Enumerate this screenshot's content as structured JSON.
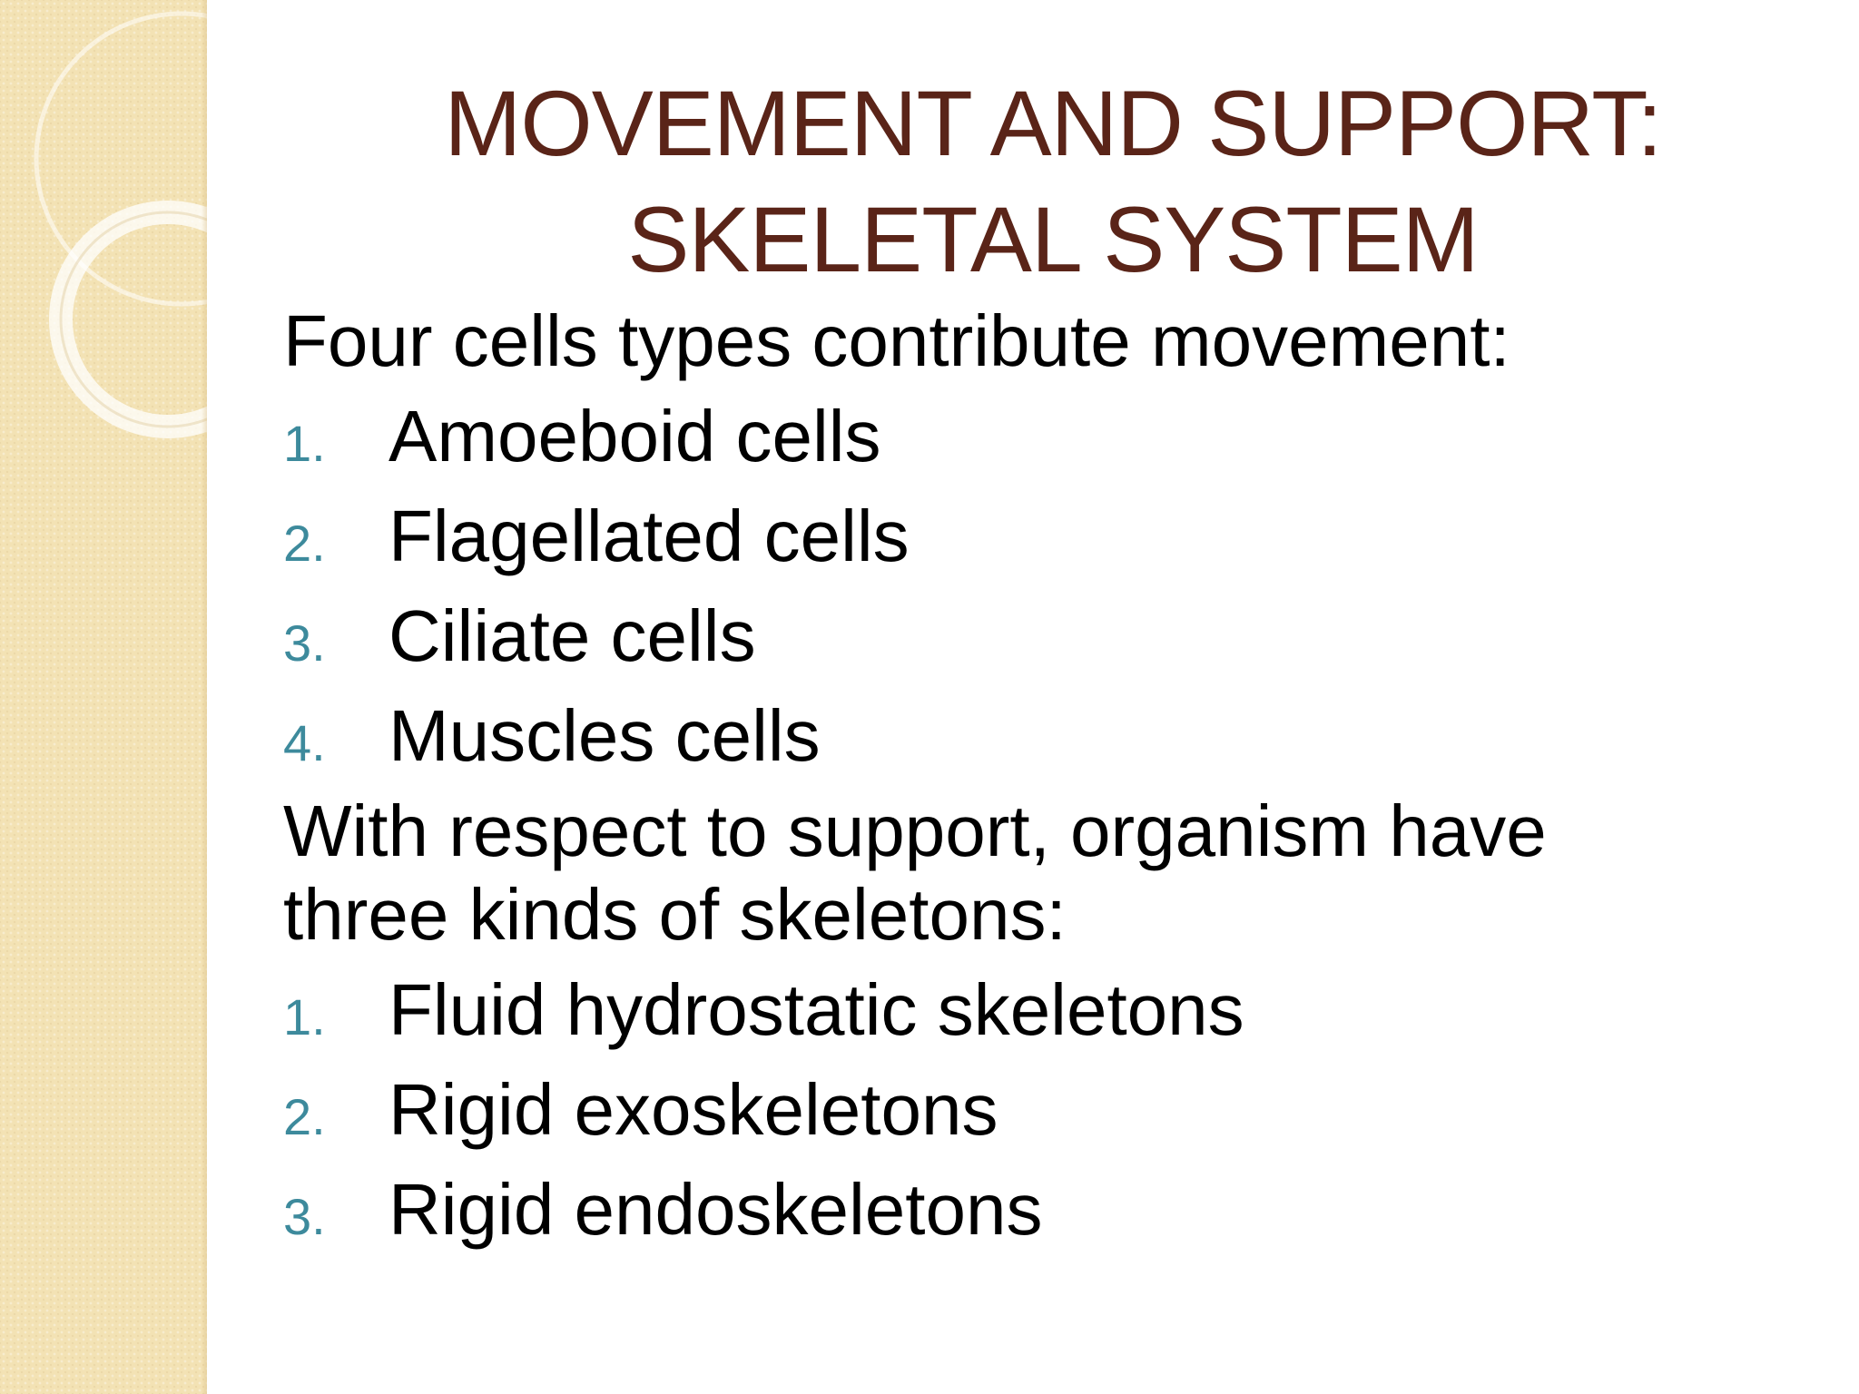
{
  "slide": {
    "title_line1": "MOVEMENT AND SUPPORT:",
    "title_line2": "SKELETAL SYSTEM",
    "intro_movement": "Four cells types contribute movement:",
    "movement_items": [
      {
        "number": "1.",
        "label": "Amoeboid cells"
      },
      {
        "number": "2.",
        "label": "Flagellated cells"
      },
      {
        "number": "3.",
        "label": "Ciliate cells"
      },
      {
        "number": "4.",
        "label": "Muscles cells"
      }
    ],
    "intro_support_line1": "With respect to support, organism have",
    "intro_support_line2": "three kinds of skeletons:",
    "support_items": [
      {
        "number": "1.",
        "label": "Fluid hydrostatic skeletons"
      },
      {
        "number": "2.",
        "label": "Rigid exoskeletons"
      },
      {
        "number": "3.",
        "label": "Rigid endoskeletons"
      }
    ]
  },
  "colors": {
    "title": "#5a2418",
    "numbers": "#3d8a9c",
    "side_band": "#f3e2b4",
    "body_text": "#000000"
  }
}
